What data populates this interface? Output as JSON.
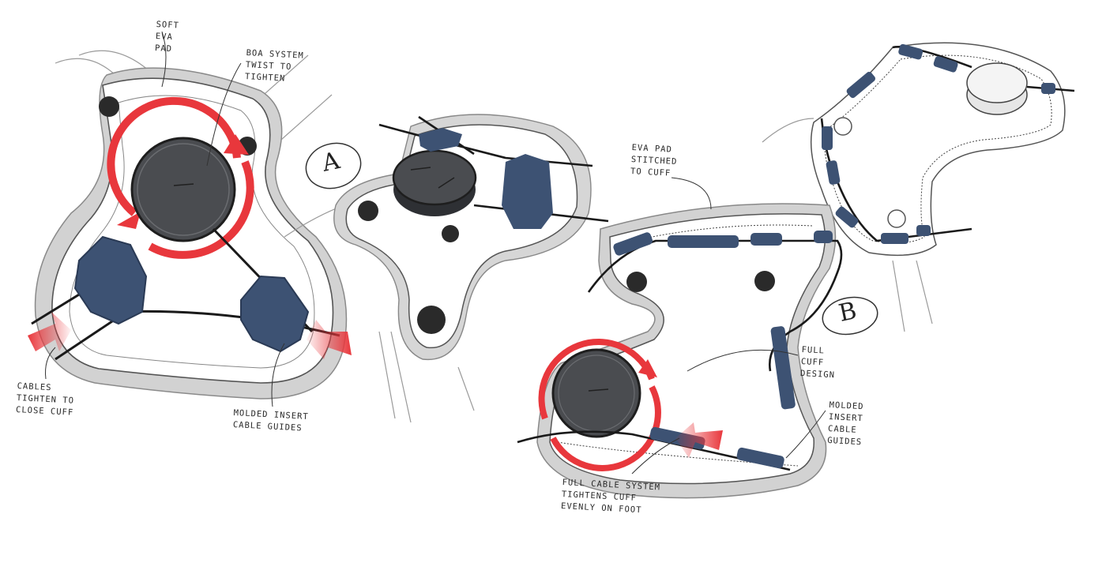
{
  "annotations": {
    "soft_eva_pad": [
      "Soft",
      "EVA",
      "Pad"
    ],
    "boa_system": [
      "BOA System",
      "twist to",
      "tighten"
    ],
    "cables": [
      "Cables",
      "tighten to",
      "close cuff"
    ],
    "molded_insert_left": [
      "Molded Insert",
      "Cable Guides"
    ],
    "eva_pad_stitched": [
      "EVA Pad",
      "stitched",
      "to cuff"
    ],
    "full_cuff_design": [
      "Full",
      "Cuff",
      "Design"
    ],
    "molded_insert_right": [
      "Molded",
      "Insert",
      "Cable",
      "Guides"
    ],
    "full_cable_system": [
      "Full Cable System",
      "tightens cuff",
      "evenly on foot"
    ]
  },
  "concept_labels": {
    "a": "A",
    "b": "B"
  },
  "colors": {
    "accent_red": "#e8373c",
    "guide_blue": "#3d5273",
    "dial_dark": "#4a4c50",
    "pad_gray": "#c9c9c9",
    "ink": "#222222"
  }
}
